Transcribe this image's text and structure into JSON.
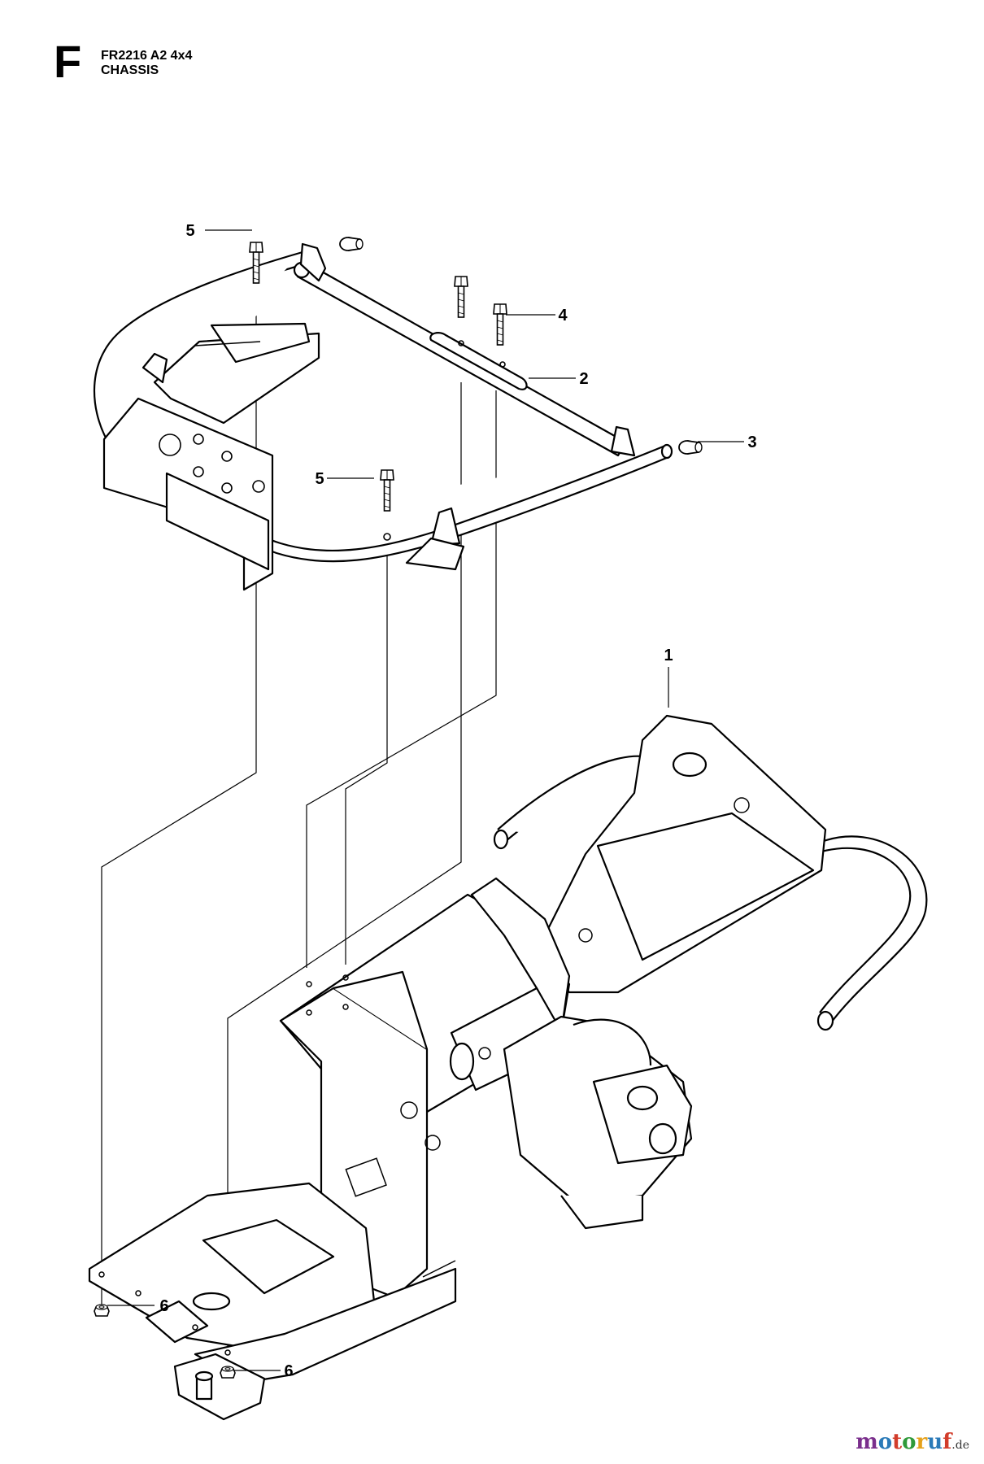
{
  "header": {
    "section_letter": "F",
    "model": "FR2216 A2 4x4",
    "title": "CHASSIS"
  },
  "callouts": [
    {
      "id": "5a",
      "label": "5"
    },
    {
      "id": "4",
      "label": "4"
    },
    {
      "id": "2",
      "label": "2"
    },
    {
      "id": "3",
      "label": "3"
    },
    {
      "id": "5b",
      "label": "5"
    },
    {
      "id": "1",
      "label": "1"
    },
    {
      "id": "6a",
      "label": "6"
    },
    {
      "id": "6b",
      "label": "6"
    }
  ],
  "logo": {
    "text": "motoruf",
    "suffix": ".de",
    "letter_colors": [
      "#7a2e8c",
      "#2a7ab8",
      "#d23c2a",
      "#2f9a3a",
      "#e6a11a",
      "#2a7ab8",
      "#d23c2a"
    ]
  }
}
